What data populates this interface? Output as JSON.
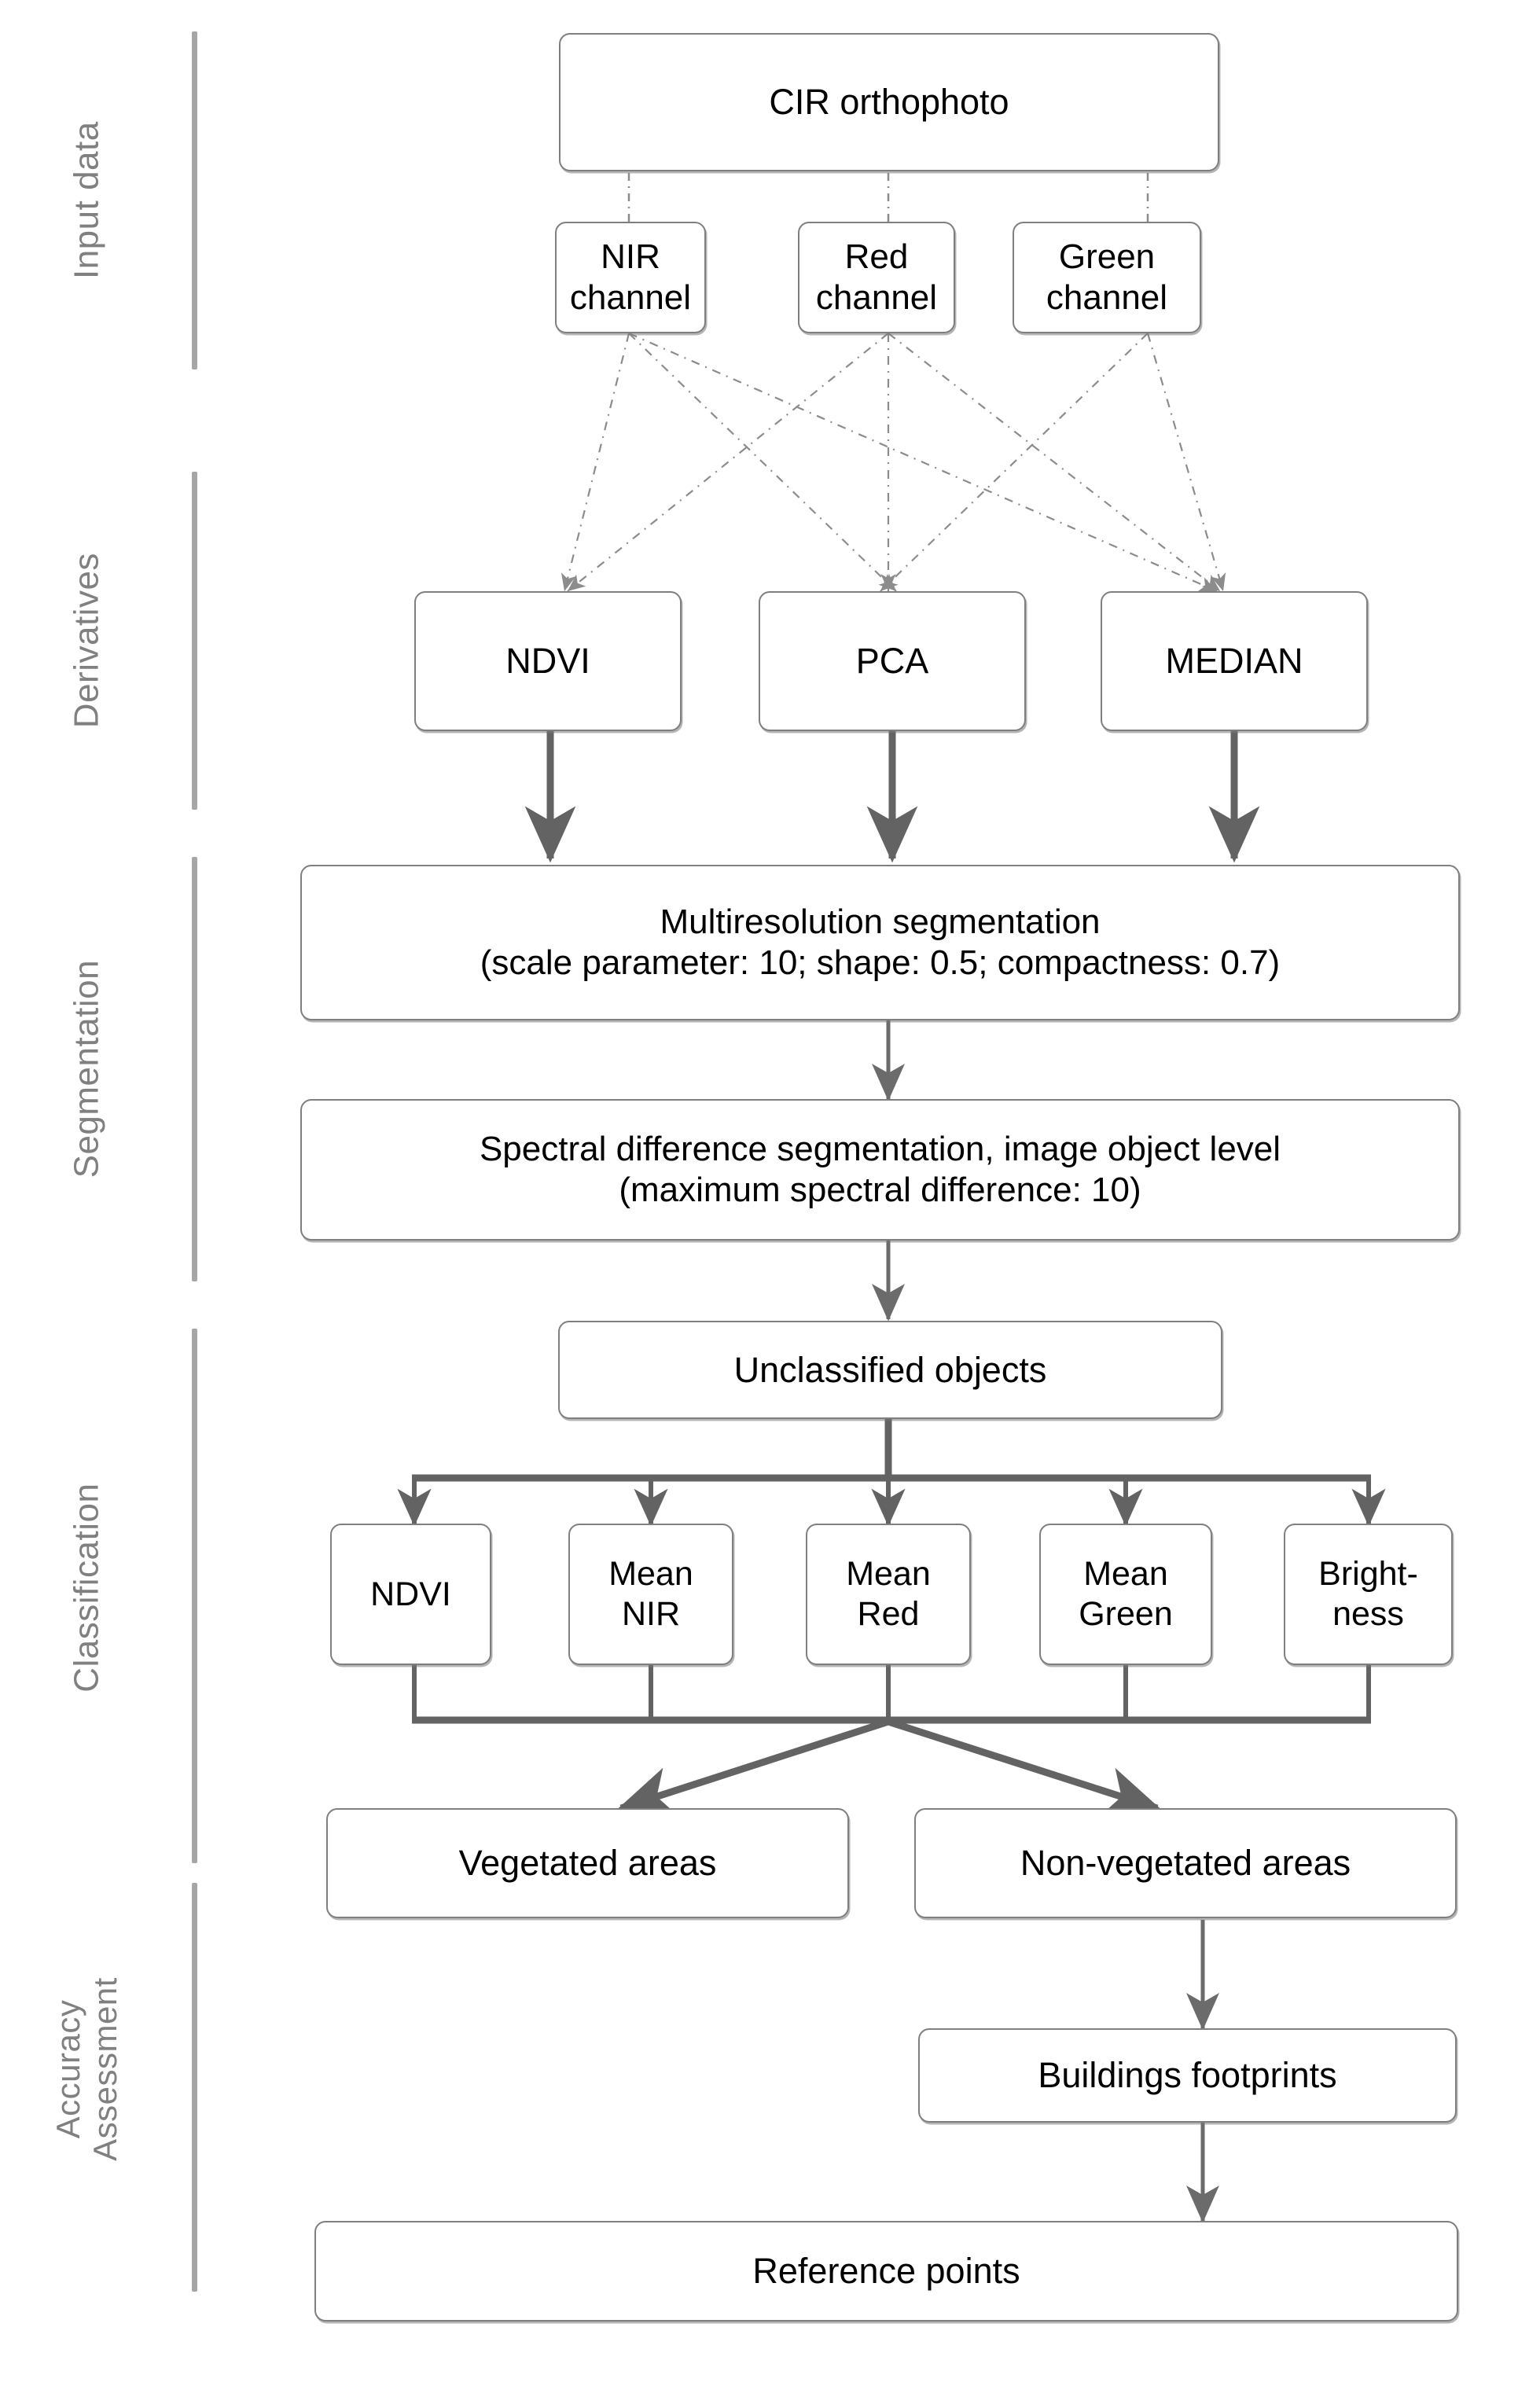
{
  "stages": [
    {
      "label": "Input data"
    },
    {
      "label": "Derivatives"
    },
    {
      "label": "Segmentation"
    },
    {
      "label": "Classification"
    },
    {
      "label": "Accuracy\nAssessment"
    }
  ],
  "nodes": {
    "cir_orthophoto": "CIR orthophoto",
    "nir_channel": "NIR\nchannel",
    "red_channel": "Red\nchannel",
    "green_channel": "Green\nchannel",
    "ndvi_derivative": "NDVI",
    "pca_derivative": "PCA",
    "median_derivative": "MEDIAN",
    "multiresolution_segmentation": "Multiresolution segmentation\n(scale parameter: 10; shape: 0.5; compactness: 0.7)",
    "spectral_difference_segmentation": "Spectral difference segmentation, image object level\n(maximum spectral difference: 10)",
    "unclassified_objects": "Unclassified objects",
    "feature_ndvi": "NDVI",
    "feature_mean_nir": "Mean\nNIR",
    "feature_mean_red": "Mean\nRed",
    "feature_mean_green": "Mean\nGreen",
    "feature_brightness": "Bright-\nness",
    "vegetated_areas": "Vegetated areas",
    "non_vegetated_areas": "Non-vegetated areas",
    "buildings_footprints": "Buildings footprints",
    "reference_points": "Reference points"
  },
  "colors": {
    "box_border": "#7f7f7f",
    "stage_label": "#808080",
    "stage_bar": "#a6a6a6",
    "arrow_solid": "#636363",
    "arrow_dashed": "#8c8c8c",
    "background": "#ffffff"
  }
}
